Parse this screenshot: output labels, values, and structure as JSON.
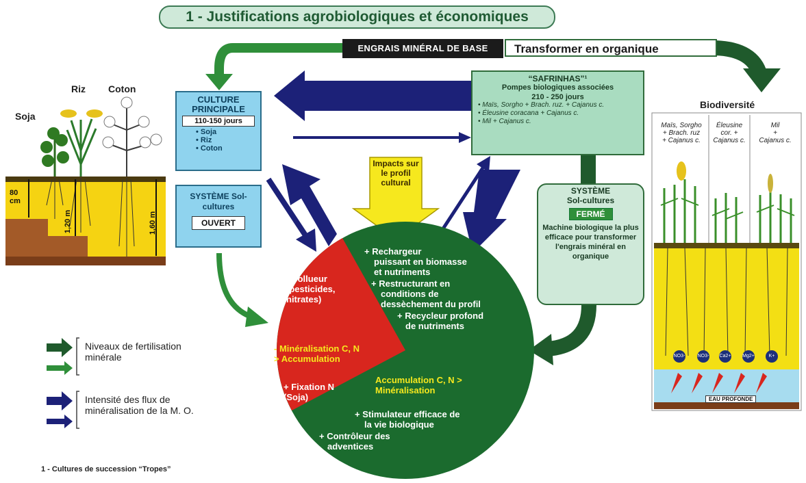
{
  "title": "1 - Justifications agrobiologiques et économiques",
  "top_banner": {
    "engrais": "ENGRAIS MINÉRAL DE BASE",
    "transformer": "Transformer en organique"
  },
  "left_plants": {
    "soja": "Soja",
    "riz": "Riz",
    "coton": "Coton",
    "depth1": "80 cm",
    "depth2": "1,20 m",
    "depth3": "1,60 m"
  },
  "culture_box": {
    "title": "CULTURE PRINCIPALE",
    "days": "110-150 jours",
    "crops": [
      "• Soja",
      "• Riz",
      "• Coton"
    ]
  },
  "systeme_ouvert": {
    "title": "SYSTÈME Sol-cultures",
    "label": "OUVERT"
  },
  "safrinhas": {
    "title": "“SAFRINHAS”¹",
    "subtitle": "Pompes biologiques associées",
    "days": "210 - 250 jours",
    "items": [
      "• Maïs, Sorgho + Brach. ruz. + Cajanus c.",
      "• Éleusine coracana + Cajanus c.",
      "• Mil + Cajanus c."
    ]
  },
  "impacts": "Impacts sur le profil cultural",
  "systeme_ferme": {
    "title": "SYSTÈME",
    "subtitle": "Sol-cultures",
    "label": "FERMÉ",
    "desc": "Machine biologique la plus efficace pour transformer l'engrais minéral en organique"
  },
  "circle": {
    "red": [
      "- Pollueur",
      "(pesticides,",
      "nitrates)"
    ],
    "red_yellow": [
      "- Minéralisation C, N",
      "> Accumulation"
    ],
    "red_fix": [
      "+ Fixation N",
      "(Soja)"
    ],
    "green": [
      "+ Rechargeur",
      "puissant en biomasse",
      "et nutriments",
      "+ Restructurant en",
      "conditions de",
      "dessèchement du profil",
      "+ Recycleur profond",
      "de nutriments"
    ],
    "green_yellow": [
      "Accumulation C, N >",
      "Minéralisation"
    ],
    "green_end": [
      "+ Stimulateur efficace de",
      "la vie biologique",
      "+ Contrôleur des",
      "adventices"
    ]
  },
  "biodiversite": "Biodiversité",
  "right_cols": [
    {
      "text": [
        "Maïs, Sorgho",
        "+ Brach. ruz",
        "+ Cajanus c."
      ]
    },
    {
      "text": [
        "Éleusine",
        "cor. +",
        "Cajanus c."
      ]
    },
    {
      "text": [
        "Mil",
        "+",
        "Cajanus c."
      ]
    }
  ],
  "ions": [
    "NO3-",
    "NO3-",
    "Ca2+",
    "Mg2+",
    "K+"
  ],
  "eau": "EAU PROFONDE",
  "legend": {
    "fert": [
      "Niveaux de fertilisation",
      "minérale"
    ],
    "flux": [
      "Intensité des flux de",
      "minéralisation de la M. O."
    ]
  },
  "footnote": "1 - Cultures de succession “Tropes”",
  "colors": {
    "dark_green": "#1f5a2c",
    "navy": "#1c2178",
    "red": "#d8261e",
    "yellow": "#f6e81e",
    "light_blue": "#8fd3ee"
  }
}
